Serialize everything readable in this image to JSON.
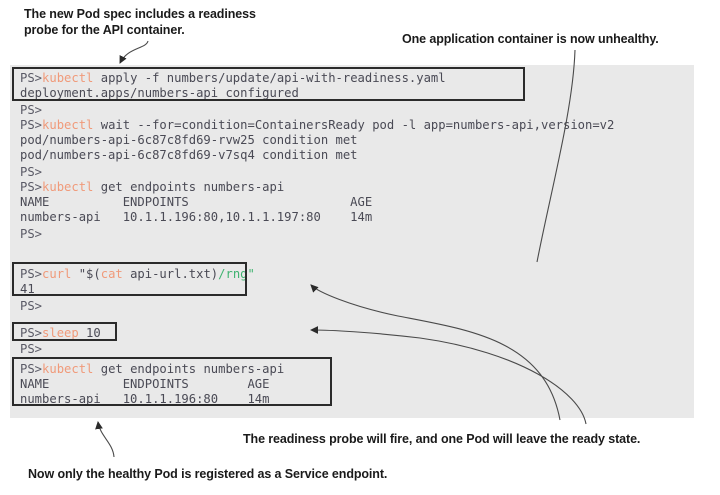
{
  "callouts": {
    "pod_spec": "The new Pod spec includes a readiness\nprobe for the API container.",
    "unhealthy": "One application container is now unhealthy.",
    "readiness": "The readiness probe will fire, and one Pod will leave the ready state.",
    "endpoint": "Now only the healthy Pod is registered as a Service endpoint."
  },
  "colors": {
    "terminal_bg": "#e9e9e9",
    "page_bg": "#ffffff",
    "command_accent": "#f09a7a",
    "string_accent": "#3fb370",
    "text": "#4a4a55",
    "box_border": "#2b2b2b",
    "annotation_text": "#1a1a1a"
  },
  "terminal": {
    "prompt": "PS>",
    "lines": [
      {
        "id": "l0",
        "segs": [
          {
            "t": "PS>",
            "c": "tk-prompt"
          },
          {
            "t": "kubectl",
            "c": "tk-cmd"
          },
          {
            "t": " apply -f numbers/update/api-with-readiness.yaml",
            "c": "tk-plain"
          }
        ]
      },
      {
        "id": "l1",
        "segs": [
          {
            "t": "deployment.apps/numbers-api configured",
            "c": "tk-out"
          }
        ]
      },
      {
        "id": "l2",
        "segs": [
          {
            "t": "PS>",
            "c": "tk-prompt"
          }
        ]
      },
      {
        "id": "l3",
        "segs": [
          {
            "t": "PS>",
            "c": "tk-prompt"
          },
          {
            "t": "kubectl",
            "c": "tk-cmd"
          },
          {
            "t": " wait --for=condition=ContainersReady pod -l app=numbers-api,version=v2",
            "c": "tk-plain"
          }
        ]
      },
      {
        "id": "l4",
        "segs": [
          {
            "t": "pod/numbers-api-6c87c8fd69-rvw25 condition met",
            "c": "tk-out"
          }
        ]
      },
      {
        "id": "l5",
        "segs": [
          {
            "t": "pod/numbers-api-6c87c8fd69-v7sq4 condition met",
            "c": "tk-out"
          }
        ]
      },
      {
        "id": "l6",
        "segs": [
          {
            "t": "PS>",
            "c": "tk-prompt"
          }
        ]
      },
      {
        "id": "l7",
        "segs": [
          {
            "t": "PS>",
            "c": "tk-prompt"
          },
          {
            "t": "kubectl",
            "c": "tk-cmd"
          },
          {
            "t": " get endpoints numbers-api",
            "c": "tk-plain"
          }
        ]
      },
      {
        "id": "l8",
        "segs": [
          {
            "t": "NAME          ENDPOINTS                      AGE",
            "c": "tk-out"
          }
        ]
      },
      {
        "id": "l9",
        "segs": [
          {
            "t": "numbers-api   10.1.1.196:80,10.1.1.197:80    14m",
            "c": "tk-out"
          }
        ]
      },
      {
        "id": "l10",
        "segs": [
          {
            "t": "PS>",
            "c": "tk-prompt"
          }
        ]
      },
      {
        "id": "l11",
        "segs": [
          {
            "t": "PS>",
            "c": "tk-prompt"
          },
          {
            "t": "curl",
            "c": "tk-cmd"
          },
          {
            "t": " \"$(",
            "c": "tk-plain"
          },
          {
            "t": "cat",
            "c": "tk-cmd"
          },
          {
            "t": " api-url.txt)",
            "c": "tk-plain"
          },
          {
            "t": "/rng\"",
            "c": "tk-green"
          }
        ]
      },
      {
        "id": "l12",
        "segs": [
          {
            "t": "41",
            "c": "tk-out"
          }
        ]
      },
      {
        "id": "l13",
        "segs": [
          {
            "t": "PS>",
            "c": "tk-prompt"
          }
        ]
      },
      {
        "id": "l14",
        "segs": [
          {
            "t": "PS>",
            "c": "tk-prompt"
          },
          {
            "t": "sleep",
            "c": "tk-cmd"
          },
          {
            "t": " 10",
            "c": "tk-plain"
          }
        ]
      },
      {
        "id": "l15",
        "segs": [
          {
            "t": "PS>",
            "c": "tk-prompt"
          }
        ]
      },
      {
        "id": "l16",
        "segs": [
          {
            "t": "PS>",
            "c": "tk-prompt"
          },
          {
            "t": "kubectl",
            "c": "tk-cmd"
          },
          {
            "t": " get endpoints numbers-api",
            "c": "tk-plain"
          }
        ]
      },
      {
        "id": "l17",
        "segs": [
          {
            "t": "NAME          ENDPOINTS        AGE",
            "c": "tk-out"
          }
        ]
      },
      {
        "id": "l18",
        "segs": [
          {
            "t": "numbers-api   10.1.1.196:80    14m",
            "c": "tk-out"
          }
        ]
      }
    ],
    "highlight_boxes": [
      {
        "id": "box-apply",
        "name": "highlight-box-apply-command"
      },
      {
        "id": "box-curl",
        "name": "highlight-box-curl-command"
      },
      {
        "id": "box-sleep",
        "name": "highlight-box-sleep-command"
      },
      {
        "id": "box-endpoints2",
        "name": "highlight-box-endpoints-after"
      }
    ],
    "table_headers": [
      "NAME",
      "ENDPOINTS",
      "AGE"
    ],
    "endpoints_before": {
      "name": "numbers-api",
      "endpoints": "10.1.1.196:80,10.1.1.197:80",
      "age": "14m"
    },
    "endpoints_after": {
      "name": "numbers-api",
      "endpoints": "10.1.1.196:80",
      "age": "14m"
    },
    "curl_response": "41"
  }
}
